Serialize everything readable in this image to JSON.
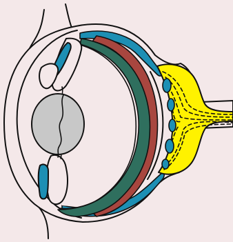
{
  "diagram": {
    "labels": []
  },
  "colors": {
    "background": "#f4e8e9",
    "outline": "#111111",
    "sclera_fill": "#f4e8e9",
    "lens": "#c8c8c8",
    "blue_layer": "#1d8fb4",
    "red_layer": "#a8463f",
    "green_layer": "#2f6f5e",
    "optic_nerve": "#fff200"
  },
  "parts": [
    "eyelid-outline",
    "cornea",
    "iris-upper",
    "iris-lower",
    "lens",
    "ciliary-body",
    "sclera",
    "choroid",
    "retina",
    "optic-nerve",
    "optic-nerve-vessels"
  ]
}
